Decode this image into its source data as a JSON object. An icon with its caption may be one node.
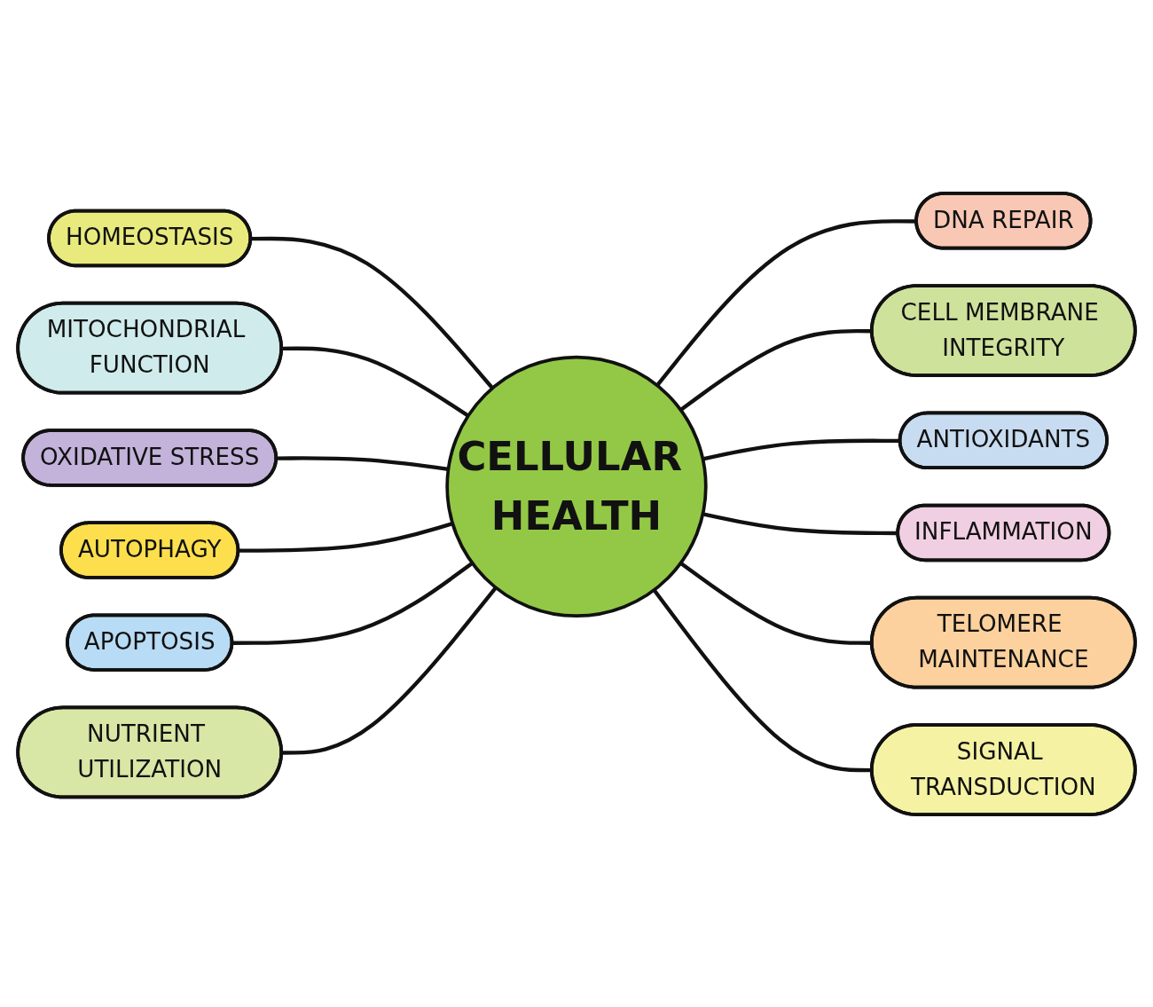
{
  "diagram": {
    "nodes": [
      {
        "text": [
          "CELLULAR HEALTH"
        ]
      },
      {
        "text": [
          "HOMEOSTASIS"
        ]
      },
      {
        "text": [
          "MITOCHONDRIAL FUNCTION"
        ]
      },
      {
        "text": [
          "DNA REPAIR"
        ]
      },
      {
        "text": [
          "OXIDATIVE STRESS"
        ]
      },
      {
        "text": [
          "CELL MEMBRANE INTEGRITY"
        ]
      },
      {
        "text": [
          "AUTOPHAGY"
        ]
      },
      {
        "text": [
          "ANTIOXIDANTS"
        ]
      },
      {
        "text": [
          "APOPTOSIS"
        ]
      },
      {
        "text": [
          "INFLAMMATION"
        ]
      },
      {
        "text": [
          "NUTRIENT UTILIZATION"
        ]
      },
      {
        "text": [
          "TELOMERE MAINTENANCE"
        ]
      },
      {
        "text": [
          "SIGNAL TRANSDUCTION"
        ]
      }
    ],
    "edges": [
      {
        "from": 1,
        "to": 0,
        "arrow": "none"
      },
      {
        "from": 2,
        "to": 0,
        "arrow": "none"
      },
      {
        "from": 0,
        "to": 3,
        "arrow": "none"
      },
      {
        "from": 4,
        "to": 0,
        "arrow": "none"
      },
      {
        "from": 0,
        "to": 5,
        "arrow": "none"
      },
      {
        "from": 6,
        "to": 0,
        "arrow": "none"
      },
      {
        "from": 0,
        "to": 7,
        "arrow": "none"
      },
      {
        "from": 8,
        "to": 0,
        "arrow": "none"
      },
      {
        "from": 0,
        "to": 9,
        "arrow": "none"
      },
      {
        "from": 10,
        "to": 0,
        "arrow": "none"
      },
      {
        "from": 0,
        "to": 11,
        "arrow": "none"
      },
      {
        "from": 0,
        "to": 12,
        "arrow": "none"
      }
    ]
  }
}
